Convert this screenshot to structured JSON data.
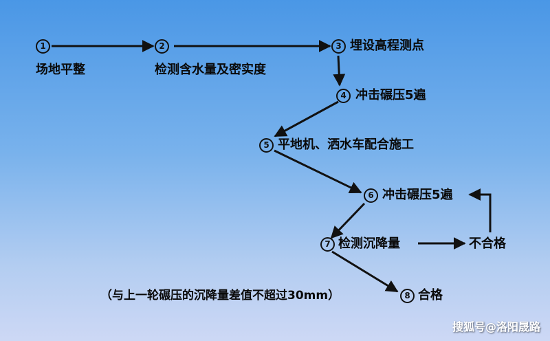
{
  "steps": [
    {
      "num": "1",
      "label": "场地平整"
    },
    {
      "num": "2",
      "label": "检测含水量及密实度"
    },
    {
      "num": "3",
      "label": "埋设高程测点"
    },
    {
      "num": "4",
      "label": "冲击碾压5遍"
    },
    {
      "num": "5",
      "label": "平地机、洒水车配合施工"
    },
    {
      "num": "6",
      "label": "冲击碾压5遍"
    },
    {
      "num": "7",
      "label": "检测沉降量"
    },
    {
      "num": "8",
      "label": "合格"
    }
  ],
  "fail_label": "不合格",
  "note": "（与上一轮碾压的沉降量差值不超过30mm）",
  "watermark": "搜狐号@洛阳晟路",
  "colors": {
    "arrow": "#111111",
    "text": "#0a0a0a"
  }
}
